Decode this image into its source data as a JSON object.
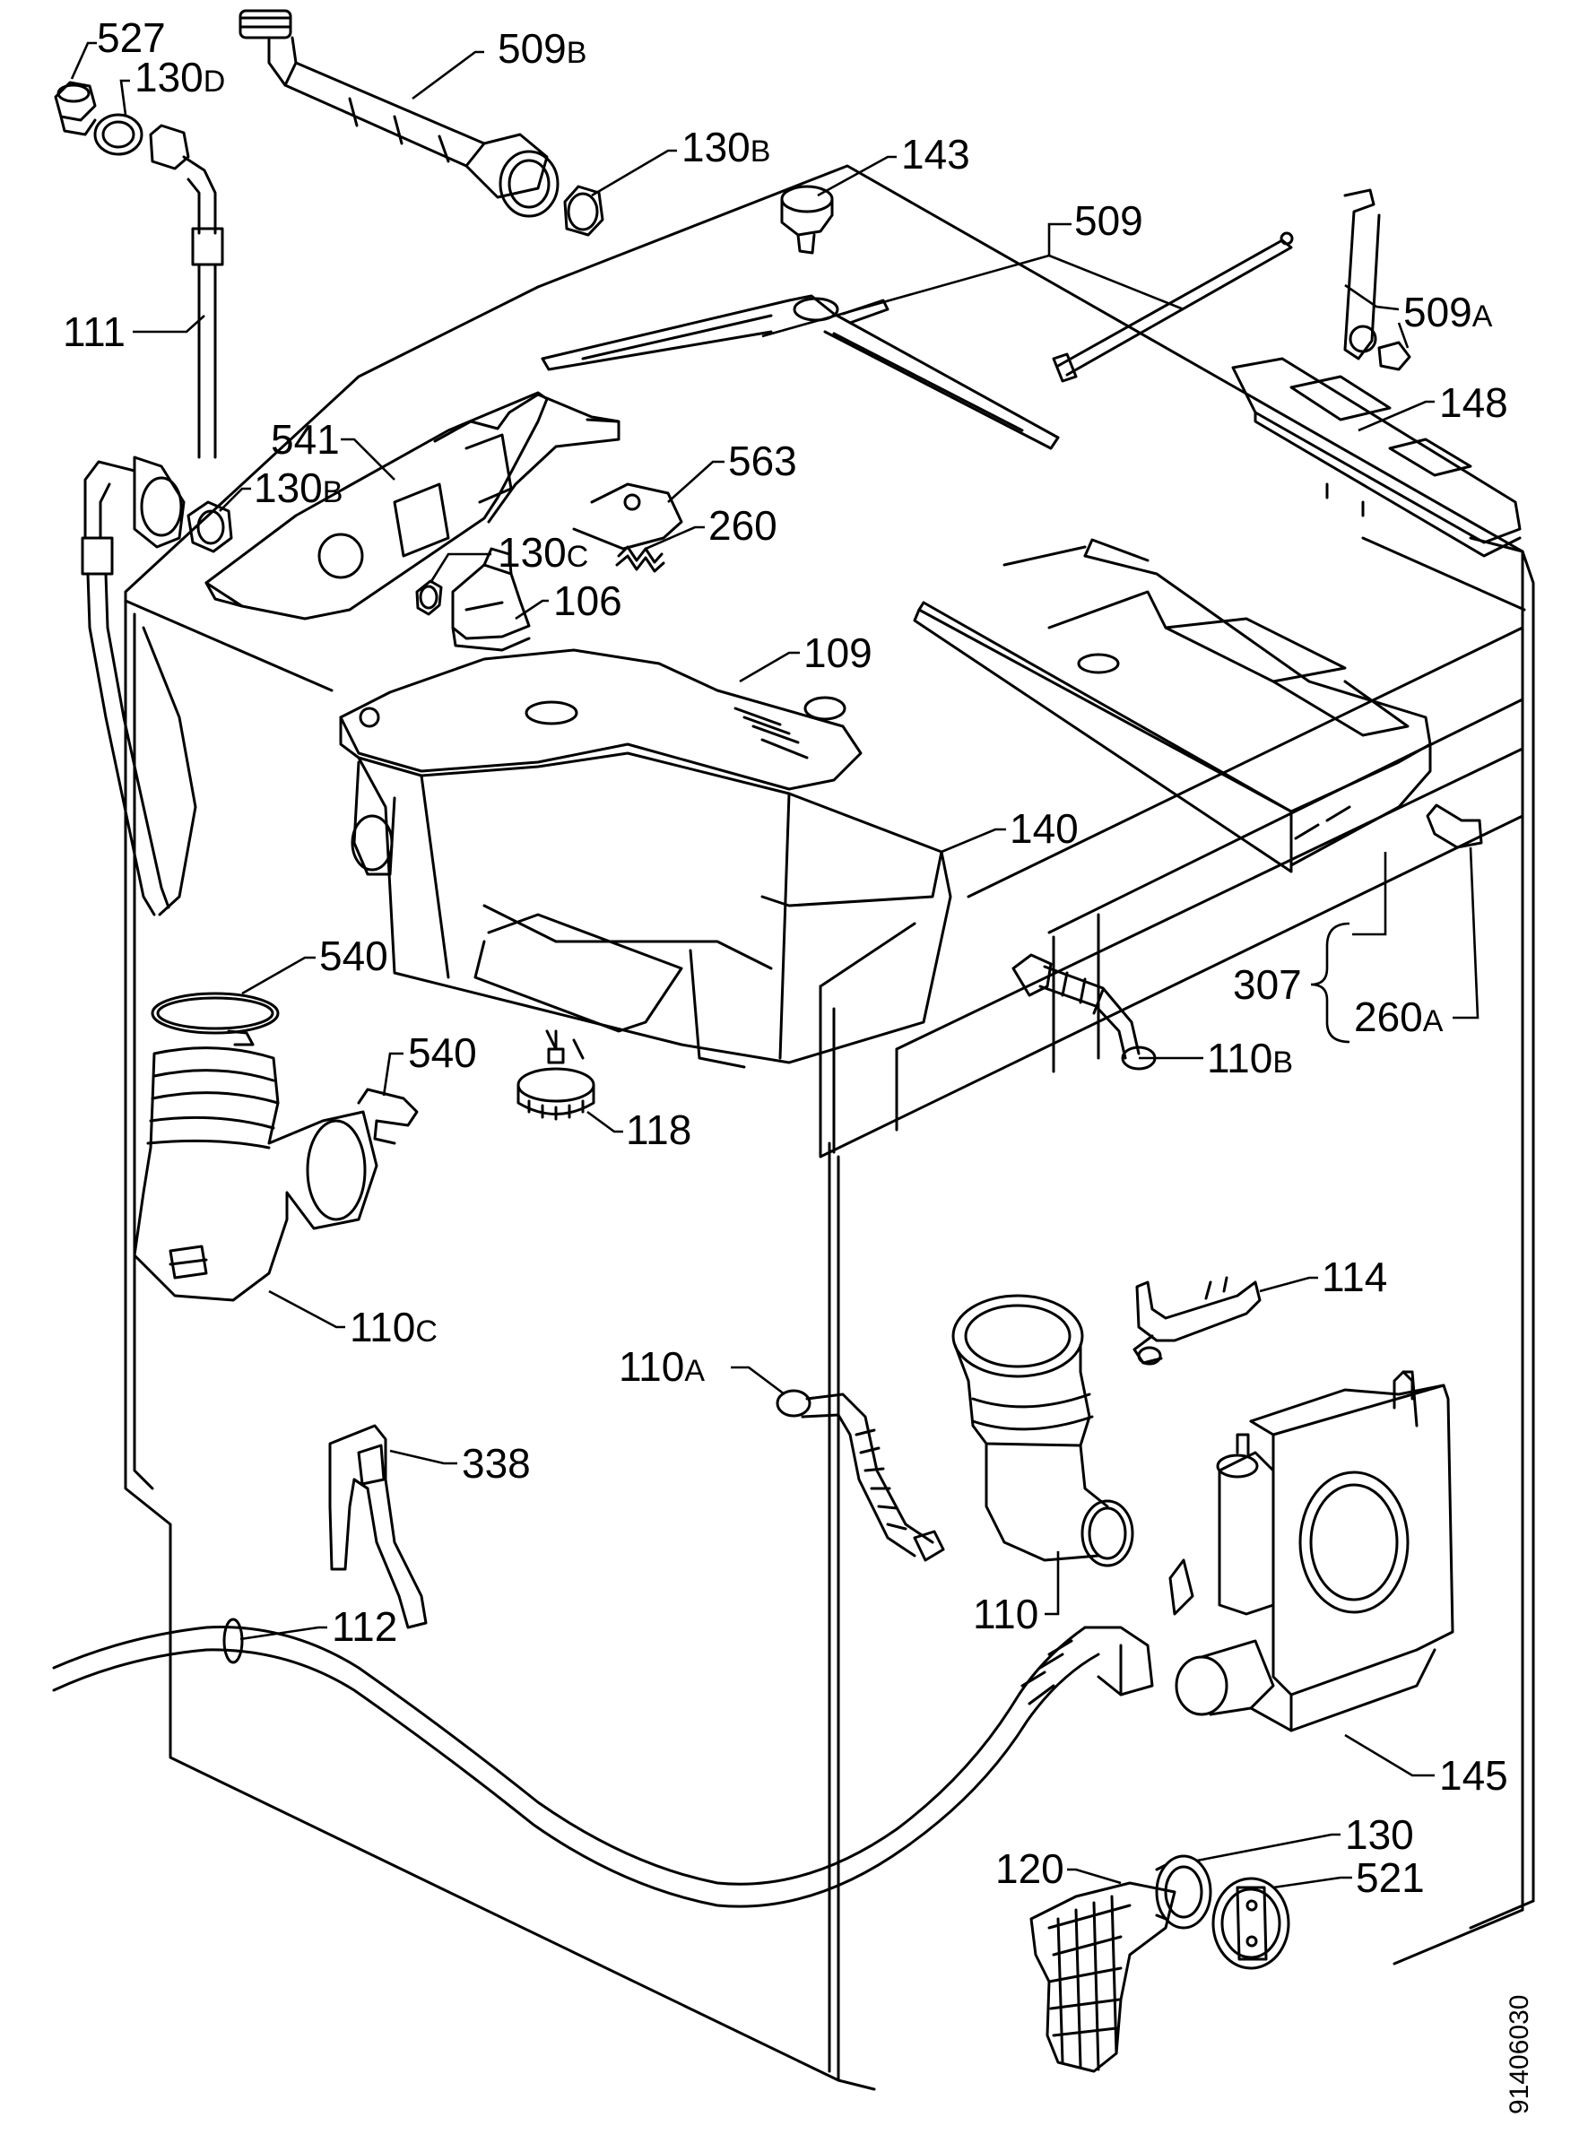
{
  "drawing_number": "91406030",
  "labels": {
    "l527": "527",
    "l130D": "130",
    "l130D_s": "D",
    "l509B": "509",
    "l509B_s": "B",
    "l130B_top": "130",
    "l130B_top_s": "B",
    "l143": "143",
    "l509": "509",
    "l509A": "509",
    "l509A_s": "A",
    "l111": "111",
    "l148": "148",
    "l541": "541",
    "l563": "563",
    "l130B_mid": "130",
    "l130B_mid_s": "B",
    "l260": "260",
    "l130C": "130",
    "l130C_s": "C",
    "l106": "106",
    "l109": "109",
    "l140": "140",
    "l540_a": "540",
    "l540_b": "540",
    "l307": "307",
    "l260A": "260",
    "l260A_s": "A",
    "l110B": "110",
    "l110B_s": "B",
    "l118": "118",
    "l110C": "110",
    "l110C_s": "C",
    "l114": "114",
    "l110A": "110",
    "l110A_s": "A",
    "l338": "338",
    "l110": "110",
    "l112": "112",
    "l145": "145",
    "l130": "130",
    "l120": "120",
    "l521": "521"
  }
}
